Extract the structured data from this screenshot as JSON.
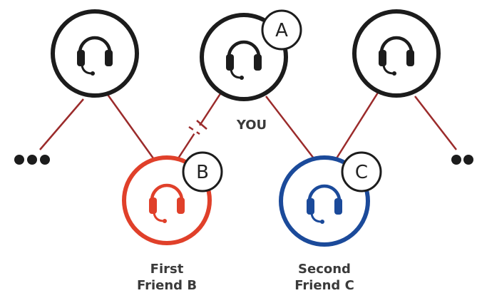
{
  "colors": {
    "black": "#1c1c1c",
    "line": "#9b2b2b",
    "red": "#e0402a",
    "blue": "#1b4a9a",
    "text": "#3a3a3a"
  },
  "icons": {
    "node": "headset-icon",
    "more": "ellipsis-icon",
    "link_break": "broken-link-icon"
  },
  "you_label": "YOU",
  "nodes": {
    "left": {
      "letter": ""
    },
    "you": {
      "letter": "A"
    },
    "right": {
      "letter": ""
    },
    "friend_b": {
      "letter": "B",
      "label_line1": "First",
      "label_line2": "Friend B"
    },
    "friend_c": {
      "letter": "C",
      "label_line1": "Second",
      "label_line2": "Friend C"
    }
  }
}
